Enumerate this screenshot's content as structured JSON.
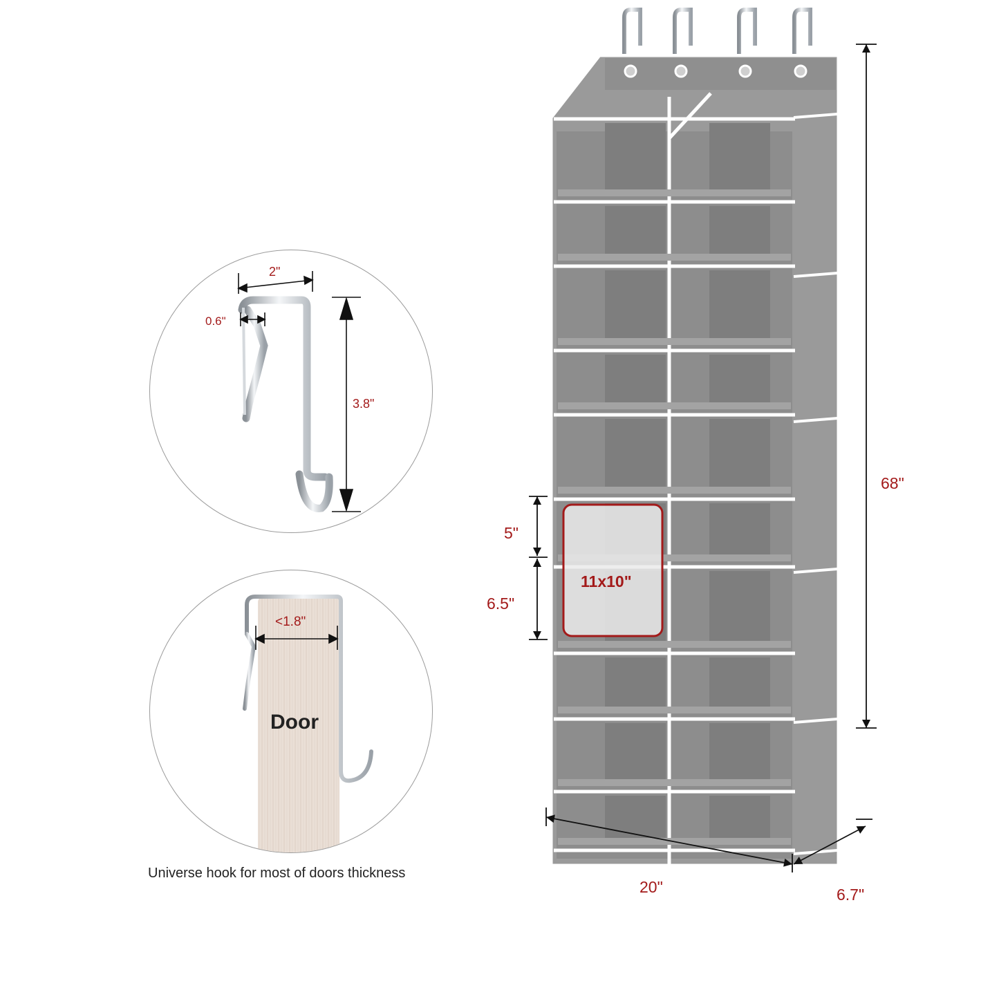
{
  "hook_detail": {
    "width": "2\"",
    "gap": "0.6\"",
    "height": "3.8\""
  },
  "door_detail": {
    "max_thickness": "<1.8\"",
    "door_label": "Door",
    "caption": "Universe hook for most of doors thickness"
  },
  "organizer": {
    "height": "68\"",
    "width": "20\"",
    "depth": "6.7\"",
    "pocket_top": "5\"",
    "pocket_bottom": "6.5\"",
    "pocket_size": "11x10\""
  },
  "colors": {
    "accent_red": "#a31a1a",
    "fabric_gray": "#8d8d8d",
    "trim_white": "#ffffff",
    "door_wood": "#eadfd6",
    "steel": "#c9ced4"
  }
}
